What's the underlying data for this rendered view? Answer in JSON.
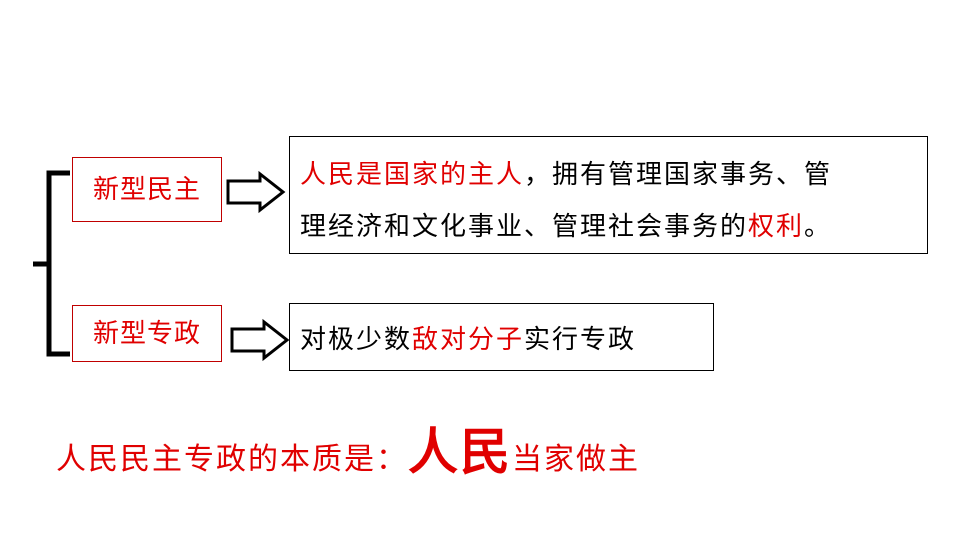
{
  "top": {
    "label": "新型民主",
    "line1": {
      "red": "人民是国家的主人",
      "black": "，拥有管理国家事务、管"
    },
    "line2": {
      "black": "理经济和文化事业、管理社会事务的",
      "red": "权利",
      "end": "。"
    }
  },
  "bottom": {
    "label": "新型专政",
    "parts": {
      "a": "对极少数",
      "b": "敌对分子",
      "c": "实行专政"
    }
  },
  "summary": {
    "prefix": "人民民主专政的本质是：",
    "big": "人民",
    "suffix": "当家做主"
  },
  "colors": {
    "accent": "#e00000",
    "border_red": "#c00000",
    "text": "#000000"
  }
}
